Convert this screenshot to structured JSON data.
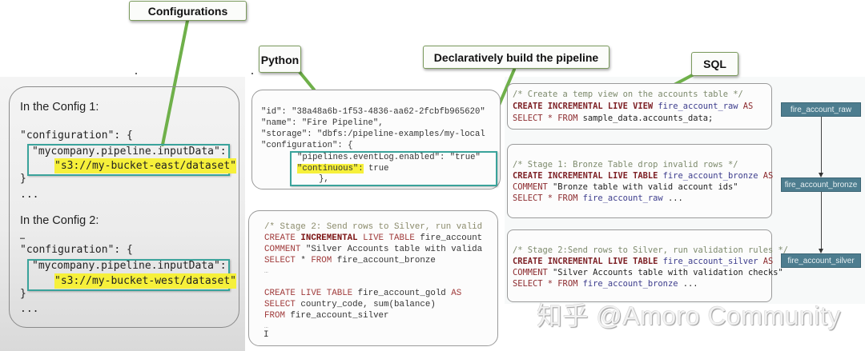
{
  "callouts": {
    "configurations": "Configurations",
    "python": "Python",
    "declarative": "Declaratively build the pipeline",
    "sql": "SQL"
  },
  "config_panel": {
    "config1_heading": "In the Config 1:",
    "config1_open": "\"configuration\": {",
    "config1_key": "\"mycompany.pipeline.inputData\":",
    "config1_value": "\"s3://my-bucket-east/dataset\"",
    "config1_close": "}",
    "config1_ellipsis": "...",
    "config2_heading": "In the Config 2:",
    "config2_pre": "…",
    "config2_open": "\"configuration\": {",
    "config2_key": "\"mycompany.pipeline.inputData\":",
    "config2_value": "\"s3://my-bucket-west/dataset\"",
    "config2_close": "}",
    "config2_ellipsis": "..."
  },
  "python_panel": {
    "line_id": "\"id\": \"38a48a6b-1f53-4836-aa62-2fcbfb965620\"",
    "line_name": "\"name\": \"Fire Pipeline\",",
    "line_storage": "\"storage\": \"dbfs:/pipeline-examples/my-local",
    "line_config": "\"configuration\": {",
    "line_eventlog": "\"pipelines.eventLog.enabled\": \"true\"",
    "line_continuous_key": "\"continuous\":",
    "line_continuous_val": " true",
    "line_close": "},"
  },
  "sql_stage2_panel": {
    "comment": "/* Stage 2: Send rows to Silver, run valid",
    "l2_kw1": "CREATE ",
    "l2_kw2": "INCREMENTAL",
    "l2_kw3": " LIVE TABLE ",
    "l2_id": "fire_account",
    "l3_kw": "COMMENT ",
    "l3_str": "\"Silver Accounts table with valida",
    "l4_kw1": "SELECT ",
    "l4_star": "* ",
    "l4_kw2": "FROM ",
    "l4_id": "fire_account_bronze",
    "l5": "…",
    "l7_kw": "CREATE LIVE TABLE ",
    "l7_id": "fire_account_gold ",
    "l7_as": "AS",
    "l8_kw": "SELECT ",
    "l8_rest": "country_code, sum(balance)",
    "l9_kw": "FROM ",
    "l9_id": "fire_account_silver",
    "l10": "…",
    "l11": "I"
  },
  "sql_boxes": [
    {
      "comment": "/* Create a temp view on the accounts table */",
      "l2_kw": "CREATE INCREMENTAL LIVE VIEW ",
      "l2_id": "fire_account_raw ",
      "l2_as": "AS",
      "l3_kw": "SELECT * FROM ",
      "l3_rest": "sample_data.accounts_data;"
    },
    {
      "comment": "/* Stage 1: Bronze Table drop invalid rows */",
      "l2_kw": "CREATE INCREMENTAL LIVE TABLE ",
      "l2_id": "fire_account_bronze ",
      "l2_as": "AS",
      "l3_kw": "COMMENT ",
      "l3_rest": "\"Bronze table with valid account ids\"",
      "l4_kw": "SELECT * FROM ",
      "l4_id": "fire_account_raw ",
      "l4_rest": "..."
    },
    {
      "comment": "/* Stage 2:Send rows to Silver, run validation rules */",
      "l2_kw": "CREATE INCREMENTAL LIVE TABLE ",
      "l2_id": "fire_account_silver ",
      "l2_as": "AS",
      "l3_kw": "COMMENT ",
      "l3_rest": "\"Silver Accounts table with validation checks\"",
      "l4_kw": "SELECT * FROM ",
      "l4_id": "fire_account_bronze ",
      "l4_rest": "..."
    }
  ],
  "dag": {
    "nodes": [
      "fire_account_raw",
      "fire_account_bronze",
      "fire_account_silver"
    ],
    "node_color": "#4d7d8f"
  },
  "watermark": "知乎 @Amoro Community",
  "colors": {
    "callout_border": "#7a9a5c",
    "connector_green": "#6fb04a",
    "highlight_yellow": "#f6f03a",
    "teal_box": "#3aa39b",
    "sql_keyword": "#7d1f24",
    "sql_identifier": "#3c3c8c"
  }
}
